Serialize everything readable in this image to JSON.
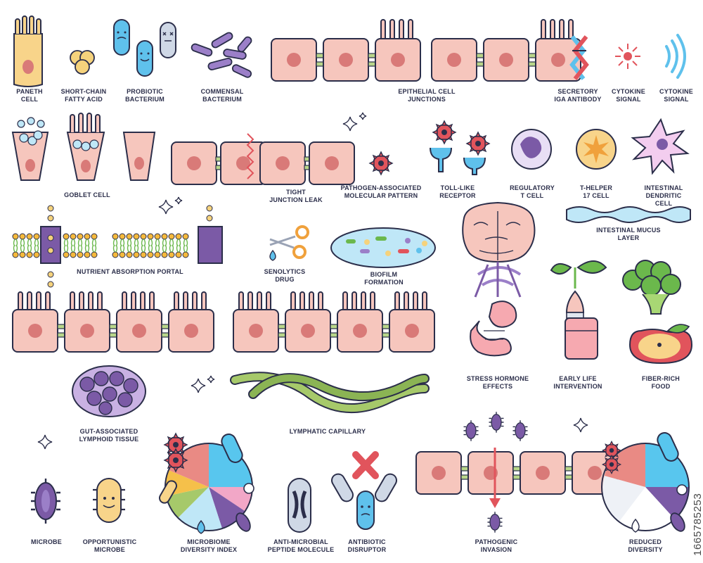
{
  "labels": {
    "paneth_cell": "PANETH\nCELL",
    "short_chain_fatty_acid": "SHORT-CHAIN\nFATTY ACID",
    "probiotic_bacterium": "PROBIOTIC\nBACTERIUM",
    "commensal_bacterium": "COMMENSAL\nBACTERIUM",
    "epithelial_cell_junctions": "EPITHELIAL CELL\nJUNCTIONS",
    "secretory_iga_antibody": "SECRETORY\nIGA ANTIBODY",
    "cytokine_signal_1": "CYTOKINE\nSIGNAL",
    "cytokine_signal_2": "CYTOKINE\nSIGNAL",
    "goblet_cell": "GOBLET CELL",
    "tight_junction_leak": "TIGHT\nJUNCTION LEAK",
    "pathogen_associated_molecular_pattern": "PATHOGEN-ASSOCIATED\nMOLECULAR PATTERN",
    "toll_like_receptor": "TOLL-LIKE\nRECEPTOR",
    "regulatory_t_cell": "REGULATORY\nT CELL",
    "t_helper_17_cell": "T-HELPER\n17 CELL",
    "intestinal_dendritic_cell": "INTESTINAL\nDENDRITIC CELL",
    "intestinal_mucus_layer": "INTESTINAL MUCUS LAYER",
    "nutrient_absorption_portal": "NUTRIENT ABSORPTION PORTAL",
    "senolytics_drug": "SENOLYTICS\nDRUG",
    "biofilm_formation": "BIOFILM\nFORMATION",
    "stress_hormone_effects": "STRESS HORMONE\nEFFECTS",
    "early_life_intervention": "EARLY LIFE\nINTERVENTION",
    "fiber_rich_food": "FIBER-RICH\nFOOD",
    "gut_associated_lymphoid_tissue": "GUT-ASSOCIATED\nLYMPHOID TISSUE",
    "lymphatic_capillary": "LYMPHATIC CAPILLARY",
    "microbe": "MICROBE",
    "opportunistic_microbe": "OPPORTUNISTIC\nMICROBE",
    "microbiome_diversity_index": "MICROBIOME\nDIVERSITY INDEX",
    "anti_microbial_peptide_molecule": "ANTI-MICROBIAL\nPEPTIDE MOLECULE",
    "antibiotic_disruptor": "ANTIBIOTIC\nDISRUPTOR",
    "pathogenic_invasion": "PATHOGENIC\nINVASION",
    "reduced_diversity": "REDUCED\nDIVERSITY"
  },
  "stock_id": "1665785253",
  "colors": {
    "outline": "#2b2e4a",
    "cell_fill": "#f6c6bd",
    "nucleus": "#d97a78",
    "junction": "#b9d78a",
    "probiotic_blue": "#5fc1ec",
    "commensal_purple": "#9b7fc8",
    "mucus_blue": "#bfe7f7",
    "pathogen_red": "#e1545c",
    "pathogen_purple": "#7b5aa6",
    "fatty_acid_yellow": "#f5d27c",
    "lymph_green": "#a6c96a"
  }
}
